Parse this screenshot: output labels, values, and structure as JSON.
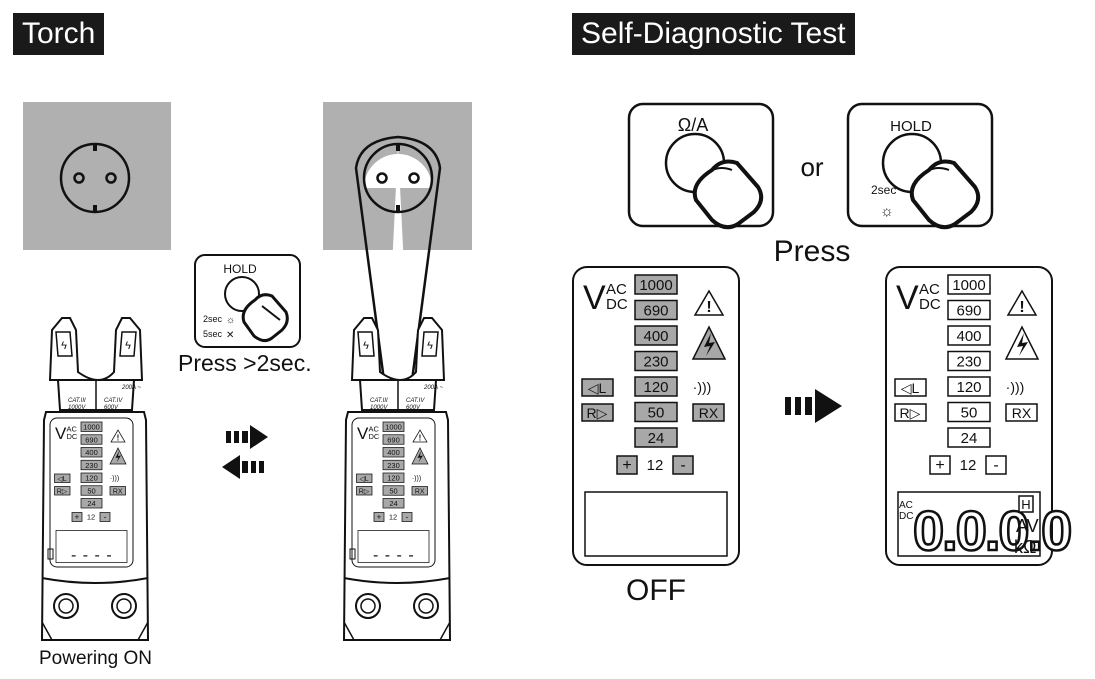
{
  "torch": {
    "heading": "Torch",
    "press_caption": "Press >2sec.",
    "powering_caption": "Powering ON",
    "hold_label": "HOLD",
    "sec2_label": "2sec",
    "sec5_label": "5sec",
    "cat3_label": "CAT.III",
    "cat3_voltage": "1000V",
    "cat4_label": "CAT.IV",
    "cat4_voltage": "600V",
    "jaw_rating": "200A ~",
    "display_dashes": "- - - -"
  },
  "self_test": {
    "heading": "Self-Diagnostic Test",
    "button1_label": "Ω/A",
    "or_label": "or",
    "hold_label": "HOLD",
    "sec2_label": "2sec",
    "press_label": "Press",
    "off_label": "OFF",
    "digits": "0.0.0.0",
    "unit_h": "H",
    "unit_av": "AV",
    "unit_kohm": "kΩ",
    "unit_ac": "AC",
    "unit_dc": "DC"
  },
  "panel": {
    "v_label": "V",
    "ac_label": "AC",
    "dc_label": "DC",
    "voltage_levels": [
      "1000",
      "690",
      "400",
      "230",
      "120",
      "50",
      "24"
    ],
    "left_label": "◁L",
    "right_label": "R▷",
    "rx_label": "RX",
    "sound_symbol": "·)))",
    "plus_label": "+",
    "minus_label": "-",
    "level_12": "12"
  },
  "colors": {
    "lit": "#a8a8a8",
    "unlit": "#ffffff",
    "socket_bg": "#b0b0b0",
    "header_bg": "#1a1a1a"
  }
}
